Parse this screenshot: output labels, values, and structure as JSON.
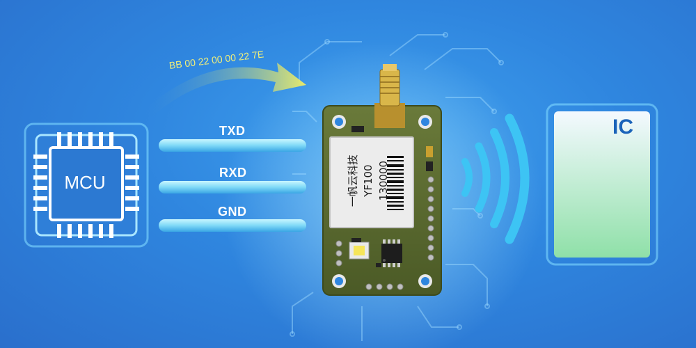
{
  "mcu": {
    "label": "MCU"
  },
  "wires": [
    {
      "label": "TXD"
    },
    {
      "label": "RXD"
    },
    {
      "label": "GND"
    }
  ],
  "command": {
    "text": "BB 00 22 00 00 22 7E"
  },
  "module": {
    "brand": "一帆云科技",
    "model": "YF100",
    "code": "130000"
  },
  "card": {
    "label": "IC"
  },
  "colors": {
    "background": "#2f86df",
    "wire": "#8fe8ff",
    "pcb": "#5a6a30",
    "command_text": "#f1ef7a",
    "card_fill": "#e8f6ee",
    "card_label": "#1a63b9"
  }
}
